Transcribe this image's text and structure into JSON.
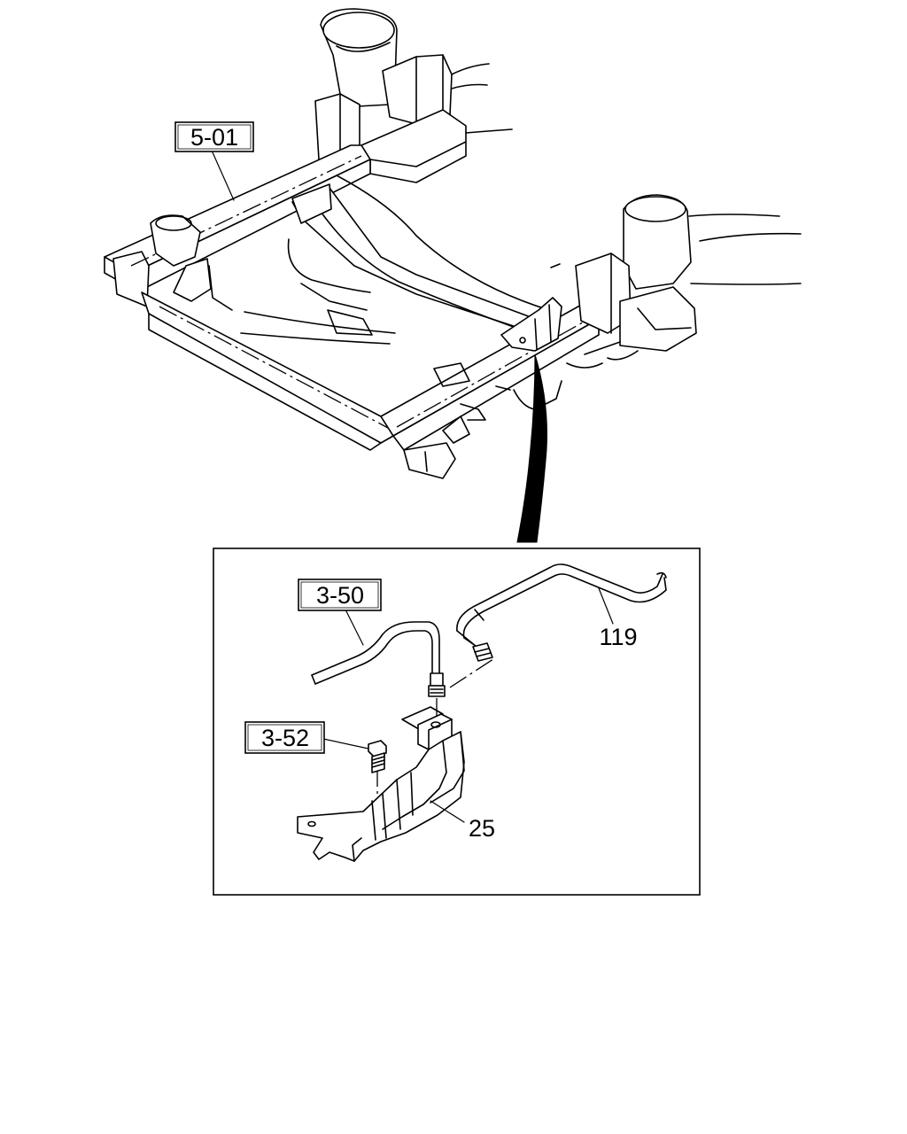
{
  "callouts": {
    "ref_frame": "5-01",
    "ref_pipe": "3-50",
    "ref_bolt": "3-52",
    "part_pipe": "119",
    "part_bracket": "25"
  }
}
